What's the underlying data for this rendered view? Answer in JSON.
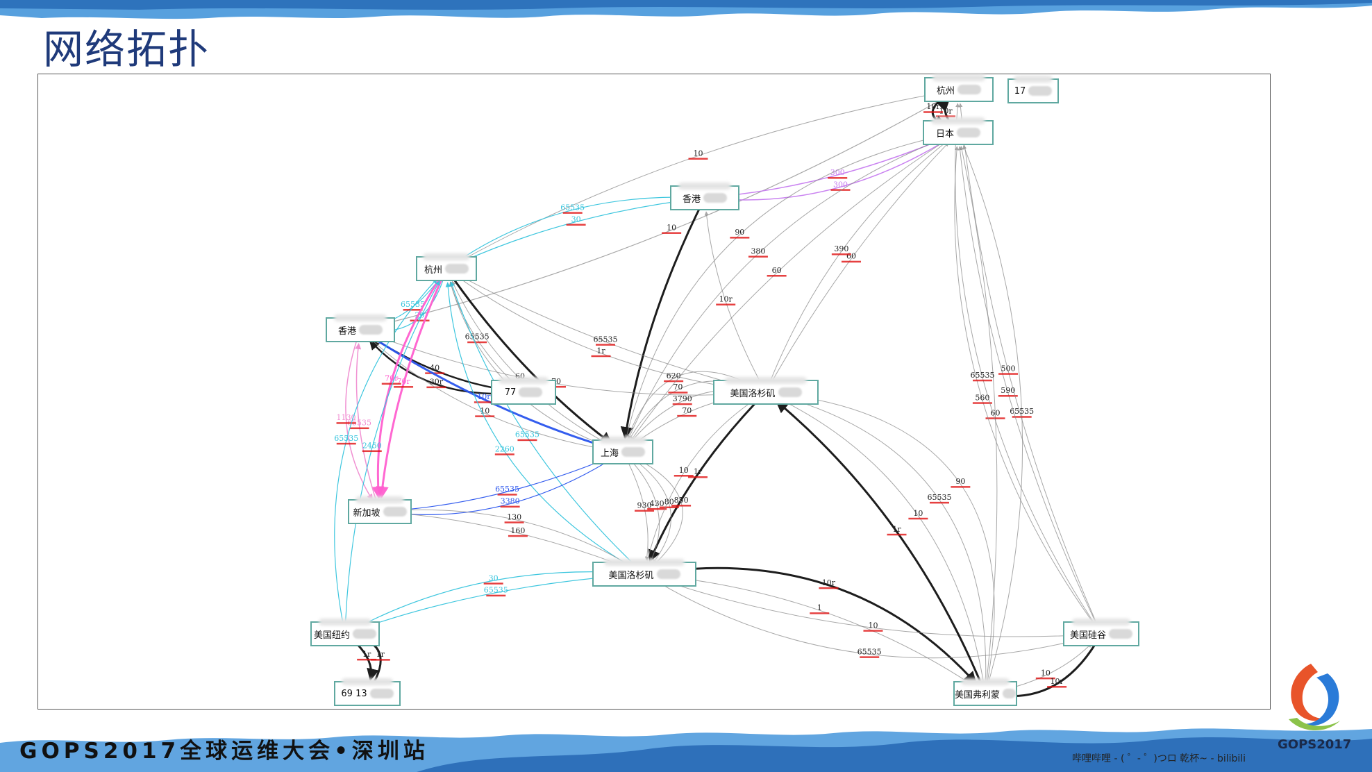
{
  "slide": {
    "title": "网络拓扑",
    "footer": "GOPS2017全球运维大会•深圳站",
    "watermark": "哔哩哔哩 - ( ゜- ゜)つロ 乾杯~ - bilibili",
    "logo_text": "GOPS2017"
  },
  "colors": {
    "brush_blue": "#3a8fd8",
    "title_blue": "#1f3a7a",
    "node_border": "#5fa8a0",
    "edge_black": "#111111",
    "edge_gray": "#8a8a8a",
    "edge_cyan": "#34c4dd",
    "edge_magenta": "#ff5fcf",
    "edge_pink": "#f08cd0",
    "edge_blue": "#2a55ee",
    "edge_violet": "#c77cf0",
    "sub_label_red": "#e01010"
  },
  "nodes": [
    {
      "id": "hz1",
      "label": "杭州"
    },
    {
      "id": "ip1",
      "label": "17"
    },
    {
      "id": "jp",
      "label": "日本"
    },
    {
      "id": "hk1",
      "label": "香港"
    },
    {
      "id": "hz2",
      "label": "杭州"
    },
    {
      "id": "hk2",
      "label": "香港"
    },
    {
      "id": "ip2",
      "label": "77"
    },
    {
      "id": "la1",
      "label": "美国洛杉矶"
    },
    {
      "id": "sh",
      "label": "上海"
    },
    {
      "id": "sg",
      "label": "新加坡"
    },
    {
      "id": "la2",
      "label": "美国洛杉矶"
    },
    {
      "id": "ny",
      "label": "美国纽约"
    },
    {
      "id": "ip3",
      "label": "69  13"
    },
    {
      "id": "sv",
      "label": "美国硅谷"
    },
    {
      "id": "fr",
      "label": "美国弗利蒙"
    }
  ],
  "edges": [
    {
      "from": "hz1",
      "to": "hk2",
      "label": "10",
      "color": "gray",
      "w": 1.2
    },
    {
      "from": "jp",
      "to": "hz1",
      "label": "10r",
      "color": "black",
      "w": 3
    },
    {
      "from": "hz1",
      "to": "jp",
      "label": "10r",
      "color": "black",
      "w": 3
    },
    {
      "from": "hz1",
      "to": "hz2",
      "label": "10",
      "color": "gray",
      "w": 1
    },
    {
      "from": "jp",
      "to": "hk1",
      "label": "300",
      "color": "violet",
      "w": 1.5
    },
    {
      "from": "jp",
      "to": "hk1",
      "label": "300",
      "color": "violet",
      "w": 1.5
    },
    {
      "from": "hk1",
      "to": "hz2",
      "label": "30",
      "color": "cyan",
      "w": 1.2
    },
    {
      "from": "hk1",
      "to": "hz2",
      "label": "65535",
      "color": "cyan",
      "w": 1.2
    },
    {
      "from": "hk1",
      "to": "sh",
      "label": "",
      "color": "black",
      "w": 3
    },
    {
      "from": "hz2",
      "to": "hk2",
      "label": "65535",
      "color": "cyan",
      "w": 1.2
    },
    {
      "from": "hz2",
      "to": "hk2",
      "label": "20",
      "color": "cyan",
      "w": 1.2
    },
    {
      "from": "hz2",
      "to": "sh",
      "label": "",
      "color": "black",
      "w": 3
    },
    {
      "from": "ip2",
      "to": "hz2",
      "label": "65535",
      "color": "gray",
      "w": 1
    },
    {
      "from": "sh",
      "to": "hz2",
      "label": "60",
      "color": "gray",
      "w": 1
    },
    {
      "from": "sh",
      "to": "hz2",
      "label": "90",
      "color": "gray",
      "w": 1
    },
    {
      "from": "la1",
      "to": "hz2",
      "label": "65535",
      "color": "gray",
      "w": 1
    },
    {
      "from": "la1",
      "to": "hz2",
      "label": "1r",
      "color": "gray",
      "w": 1
    },
    {
      "from": "hk2",
      "to": "ip2",
      "label": "40",
      "color": "black",
      "w": 2.5
    },
    {
      "from": "ip2",
      "to": "hk2",
      "label": "30r",
      "color": "black",
      "w": 2.5
    },
    {
      "from": "hk2",
      "to": "la1",
      "label": "70",
      "color": "gray",
      "w": 1
    },
    {
      "from": "hk2",
      "to": "sh",
      "label": "10r",
      "color": "blue",
      "w": 3
    },
    {
      "from": "sh",
      "to": "hk2",
      "label": "10",
      "color": "gray",
      "w": 1
    },
    {
      "from": "hz2",
      "to": "sg",
      "label": "70r",
      "color": "magenta",
      "w": 3
    },
    {
      "from": "hz2",
      "to": "sg",
      "label": "70r",
      "color": "magenta",
      "w": 3
    },
    {
      "from": "sg",
      "to": "hk2",
      "label": "65535",
      "color": "pink",
      "w": 1.5
    },
    {
      "from": "hk2",
      "to": "sg",
      "label": "1130",
      "color": "pink",
      "w": 1.5
    },
    {
      "from": "la2",
      "to": "hz2",
      "label": "65535",
      "color": "cyan",
      "w": 1.2
    },
    {
      "from": "la2",
      "to": "hz2",
      "label": "2260",
      "color": "cyan",
      "w": 1.2
    },
    {
      "from": "ny",
      "to": "hz2",
      "label": "2450",
      "color": "cyan",
      "w": 1.2
    },
    {
      "from": "ny",
      "to": "hz2",
      "label": "65535",
      "color": "cyan",
      "w": 1.2
    },
    {
      "from": "sh",
      "to": "sg",
      "label": "65535",
      "color": "blue",
      "w": 1.2
    },
    {
      "from": "sh",
      "to": "sg",
      "label": "3380",
      "color": "blue",
      "w": 1.2
    },
    {
      "from": "sh",
      "to": "la1",
      "label": "70",
      "color": "gray",
      "w": 1
    },
    {
      "from": "sh",
      "to": "la1",
      "label": "3790",
      "color": "gray",
      "w": 1
    },
    {
      "from": "sh",
      "to": "la1",
      "label": "70",
      "color": "gray",
      "w": 1
    },
    {
      "from": "sh",
      "to": "la1",
      "label": "620",
      "color": "gray",
      "w": 1
    },
    {
      "from": "la1",
      "to": "hk1",
      "label": "10r",
      "color": "gray",
      "w": 1
    },
    {
      "from": "la1",
      "to": "la2",
      "label": "1r",
      "color": "black",
      "w": 3
    },
    {
      "from": "la1",
      "to": "jp",
      "label": "60",
      "color": "gray",
      "w": 1
    },
    {
      "from": "la1",
      "to": "jp",
      "label": "390",
      "color": "gray",
      "w": 1
    },
    {
      "from": "jp",
      "to": "sh",
      "label": "60",
      "color": "gray",
      "w": 1
    },
    {
      "from": "jp",
      "to": "sh",
      "label": "380",
      "color": "gray",
      "w": 1
    },
    {
      "from": "jp",
      "to": "sh",
      "label": "90",
      "color": "gray",
      "w": 1
    },
    {
      "from": "sh",
      "to": "la2",
      "label": "930",
      "color": "gray",
      "w": 1
    },
    {
      "from": "sh",
      "to": "la2",
      "label": "430",
      "color": "gray",
      "w": 1
    },
    {
      "from": "sh",
      "to": "la2",
      "label": "80",
      "color": "gray",
      "w": 1
    },
    {
      "from": "sh",
      "to": "la2",
      "label": "850",
      "color": "gray",
      "w": 1
    },
    {
      "from": "la2",
      "to": "sg",
      "label": "160",
      "color": "gray",
      "w": 1
    },
    {
      "from": "sg",
      "to": "la2",
      "label": "130",
      "color": "gray",
      "w": 1
    },
    {
      "from": "la2",
      "to": "ny",
      "label": "65535",
      "color": "cyan",
      "w": 1.2
    },
    {
      "from": "la2",
      "to": "ny",
      "label": "30",
      "color": "cyan",
      "w": 1.2
    },
    {
      "from": "ny",
      "to": "ip3",
      "label": "1r",
      "color": "black",
      "w": 3
    },
    {
      "from": "ip3",
      "to": "ny",
      "label": "1r",
      "color": "black",
      "w": 3
    },
    {
      "from": "la2",
      "to": "la1",
      "label": "10",
      "color": "gray",
      "w": 1
    },
    {
      "from": "la2",
      "to": "fr",
      "label": "1",
      "color": "gray",
      "w": 1
    },
    {
      "from": "la2",
      "to": "fr",
      "label": "10r",
      "color": "black",
      "w": 3
    },
    {
      "from": "sv",
      "to": "la2",
      "label": "10",
      "color": "gray",
      "w": 1
    },
    {
      "from": "sv",
      "to": "la2",
      "label": "65535",
      "color": "gray",
      "w": 1
    },
    {
      "from": "fr",
      "to": "la1",
      "label": "1r",
      "color": "black",
      "w": 3
    },
    {
      "from": "fr",
      "to": "la1",
      "label": "10",
      "color": "gray",
      "w": 1
    },
    {
      "from": "fr",
      "to": "la1",
      "label": "65535",
      "color": "gray",
      "w": 1
    },
    {
      "from": "fr",
      "to": "la1",
      "label": "90",
      "color": "gray",
      "w": 1
    },
    {
      "from": "fr",
      "to": "jp",
      "label": "60",
      "color": "gray",
      "w": 1
    },
    {
      "from": "fr",
      "to": "jp",
      "label": "65535",
      "color": "gray",
      "w": 1
    },
    {
      "from": "sv",
      "to": "jp",
      "label": "590",
      "color": "gray",
      "w": 1
    },
    {
      "from": "sv",
      "to": "jp",
      "label": "560",
      "color": "gray",
      "w": 1
    },
    {
      "from": "sv",
      "to": "hz1",
      "label": "500",
      "color": "gray",
      "w": 1
    },
    {
      "from": "sv",
      "to": "hz1",
      "label": "65535",
      "color": "gray",
      "w": 1
    },
    {
      "from": "fr",
      "to": "sv",
      "label": "10",
      "color": "gray",
      "w": 1
    },
    {
      "from": "sv",
      "to": "fr",
      "label": "10r",
      "color": "black",
      "w": 3
    }
  ]
}
